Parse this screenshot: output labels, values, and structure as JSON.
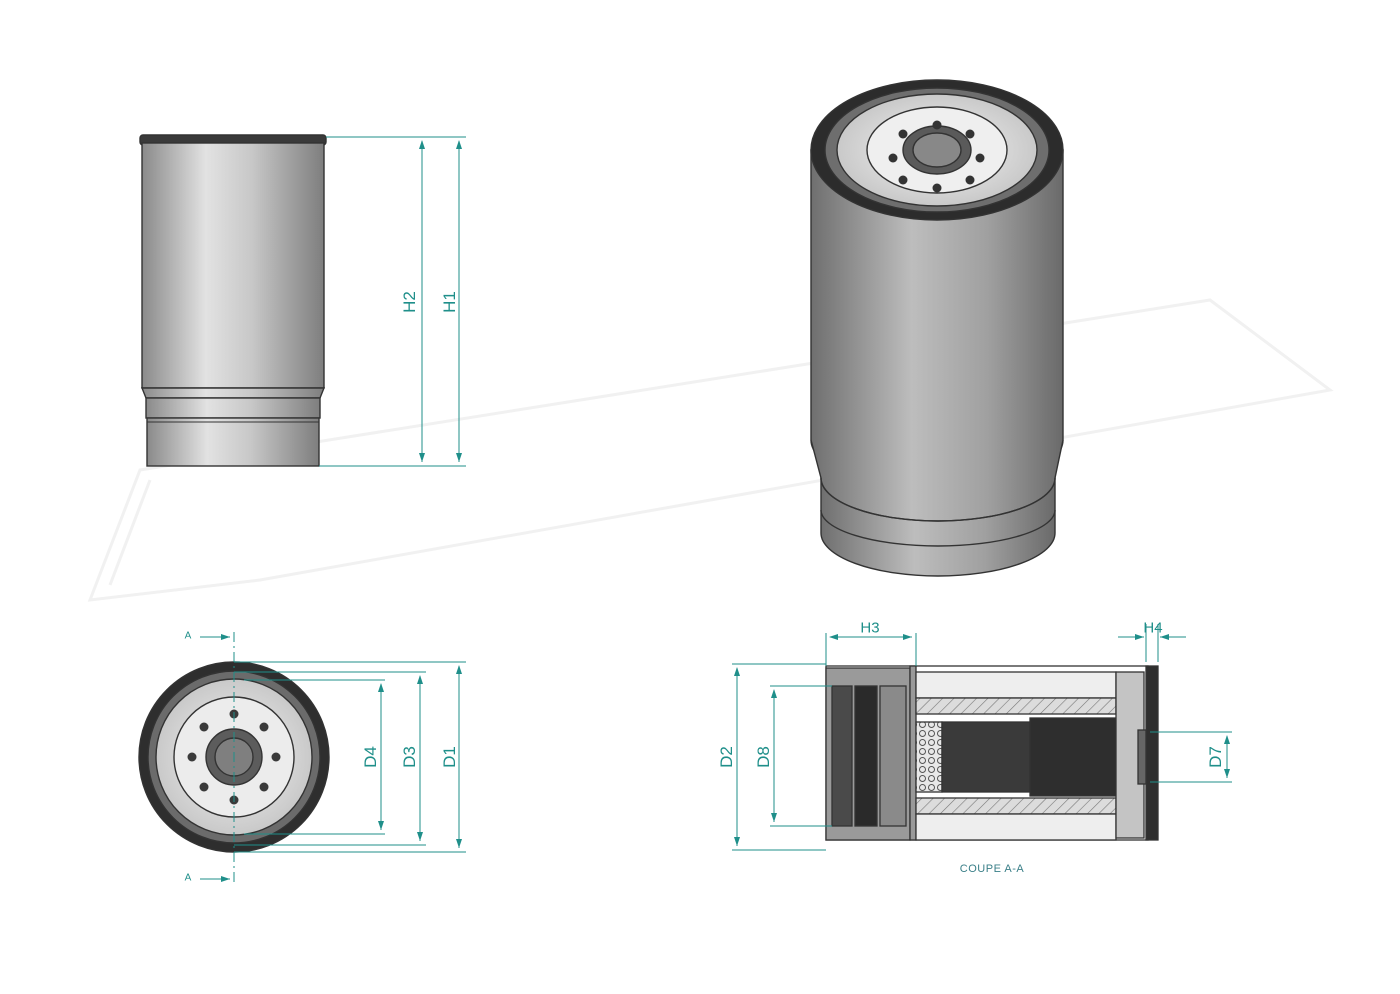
{
  "labels": {
    "h1": "H1",
    "h2": "H2",
    "h3": "H3",
    "h4": "H4",
    "d1": "D1",
    "d2": "D2",
    "d3": "D3",
    "d4": "D4",
    "d7": "D7",
    "d8": "D8",
    "section_mark": "A",
    "section_caption": "COUPE A-A"
  },
  "colors": {
    "dimension": "#1f8f8a",
    "body": "#b8b8b8",
    "outline": "#333333"
  }
}
